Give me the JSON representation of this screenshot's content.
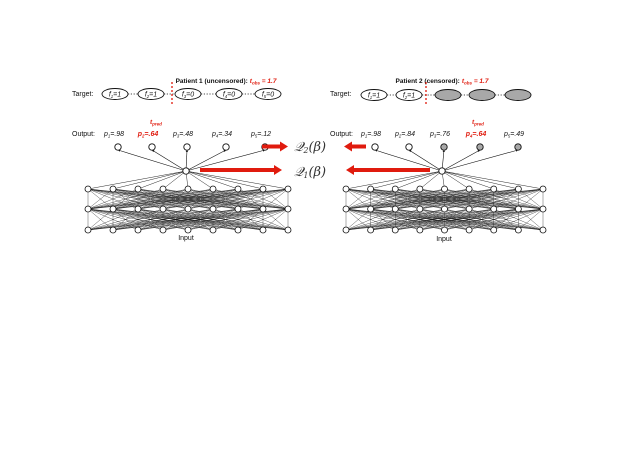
{
  "colors": {
    "accent": "#e01b0e",
    "line": "#111111",
    "shaded": "#a8a8a8"
  },
  "panels": [
    {
      "id": "p1",
      "title": "Patient 1 (uncensored):",
      "t_label": "t",
      "t_sub": "obs",
      "t_value": " = 1.7",
      "target_label": "Target:",
      "targets": [
        {
          "a": "f",
          "sub": "1",
          "b": "=1",
          "shaded": false
        },
        {
          "a": "f",
          "sub": "2",
          "b": "=1",
          "shaded": false
        },
        {
          "a": "f",
          "sub": "3",
          "b": "=0",
          "shaded": false
        },
        {
          "a": "f",
          "sub": "4",
          "b": "=0",
          "shaded": false
        },
        {
          "a": "f",
          "sub": "5",
          "b": "=0",
          "shaded": false
        }
      ],
      "output_label": "Output:",
      "outputs": [
        {
          "p": "p",
          "sub": "1",
          "val": "=.98",
          "highlight": false,
          "shaded": false
        },
        {
          "p": "p",
          "sub": "2",
          "val": "=.64",
          "highlight": true,
          "shaded": false
        },
        {
          "p": "p",
          "sub": "3",
          "val": "=.48",
          "highlight": false,
          "shaded": false
        },
        {
          "p": "p",
          "sub": "4",
          "val": "=.34",
          "highlight": false,
          "shaded": false
        },
        {
          "p": "p",
          "sub": "5",
          "val": "=.12",
          "highlight": false,
          "shaded": false
        }
      ],
      "t_pred_label": "t",
      "t_pred_sub": "pred",
      "input_label": "Input"
    },
    {
      "id": "p2",
      "title": "Patient 2 (censored):",
      "t_label": "t",
      "t_sub": "obs",
      "t_value": " = 1.7",
      "target_label": "Target:",
      "targets": [
        {
          "a": "f",
          "sub": "1",
          "b": "=1",
          "shaded": false
        },
        {
          "a": "f",
          "sub": "2",
          "b": "=1",
          "shaded": false
        },
        {
          "a": "",
          "sub": "",
          "b": "",
          "shaded": true
        },
        {
          "a": "",
          "sub": "",
          "b": "",
          "shaded": true
        },
        {
          "a": "",
          "sub": "",
          "b": "",
          "shaded": true
        }
      ],
      "output_label": "Output:",
      "outputs": [
        {
          "p": "p",
          "sub": "1",
          "val": "=.98",
          "highlight": false,
          "shaded": false
        },
        {
          "p": "p",
          "sub": "2",
          "val": "=.84",
          "highlight": false,
          "shaded": false
        },
        {
          "p": "p",
          "sub": "3",
          "val": "=.76",
          "highlight": false,
          "shaded": true
        },
        {
          "p": "p",
          "sub": "4",
          "val": "=.64",
          "highlight": true,
          "shaded": true
        },
        {
          "p": "p",
          "sub": "5",
          "val": "=.49",
          "highlight": false,
          "shaded": true
        }
      ],
      "t_pred_label": "t",
      "t_pred_sub": "pred",
      "input_label": "Input"
    }
  ],
  "losses": [
    {
      "symbol": "𝒬",
      "subscript": "2",
      "arg": "(β)"
    },
    {
      "symbol": "𝒬",
      "subscript": "1",
      "arg": "(β)"
    }
  ]
}
